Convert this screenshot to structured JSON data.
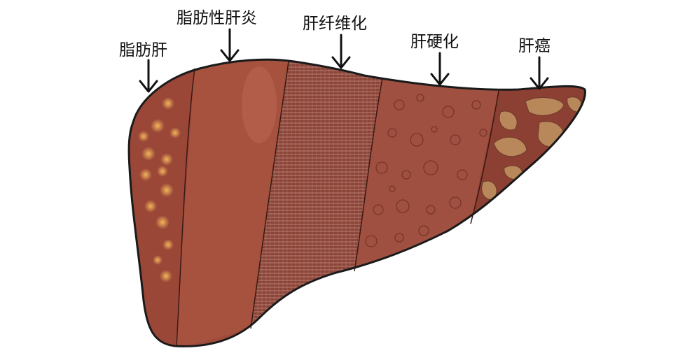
{
  "labels": {
    "fatty_liver": "脂肪肝",
    "steatohepatitis": "脂肪性肝炎",
    "fibrosis": "肝纤维化",
    "cirrhosis": "肝硬化",
    "cancer": "肝癌"
  },
  "colors": {
    "liver_base": "#9a4a3a",
    "fat_spots": "#e8a552",
    "tumor": "#b8875a",
    "outline": "#1a1a1a"
  }
}
